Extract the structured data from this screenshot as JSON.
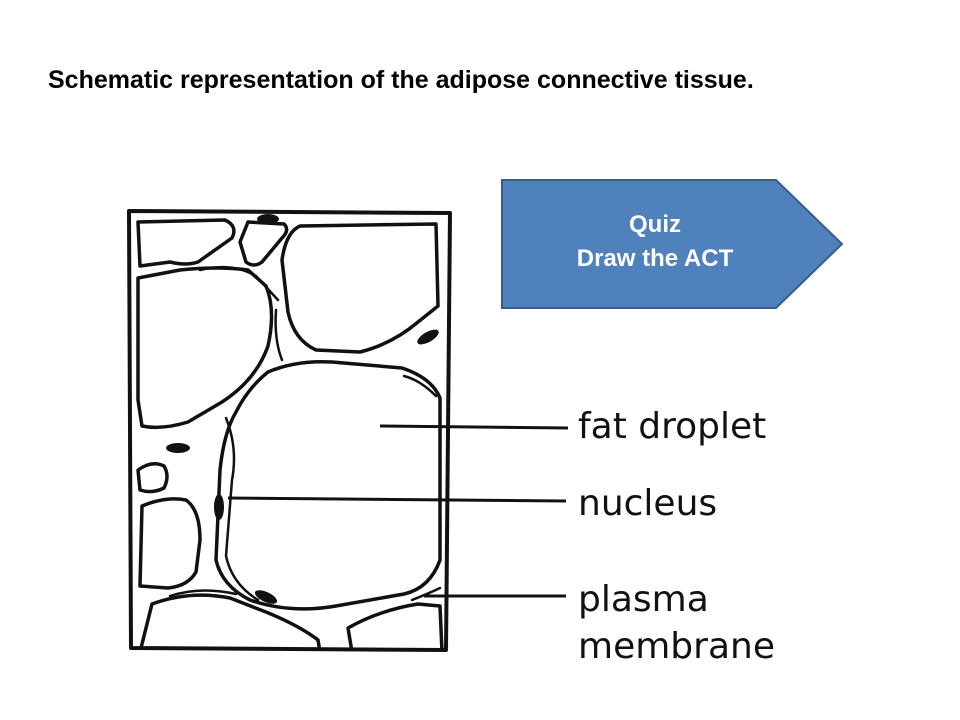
{
  "slide": {
    "title": "Schematic representation of the adipose connective tissue."
  },
  "callout": {
    "line1": "Quiz",
    "line2": "Draw the ACT",
    "fill_color": "#4F81BD",
    "border_color": "#385D8A"
  },
  "diagram": {
    "labels": {
      "fat_droplet": "fat droplet",
      "nucleus": "nucleus",
      "plasma_membrane_line1": "plasma",
      "plasma_membrane_line2": "membrane"
    }
  }
}
